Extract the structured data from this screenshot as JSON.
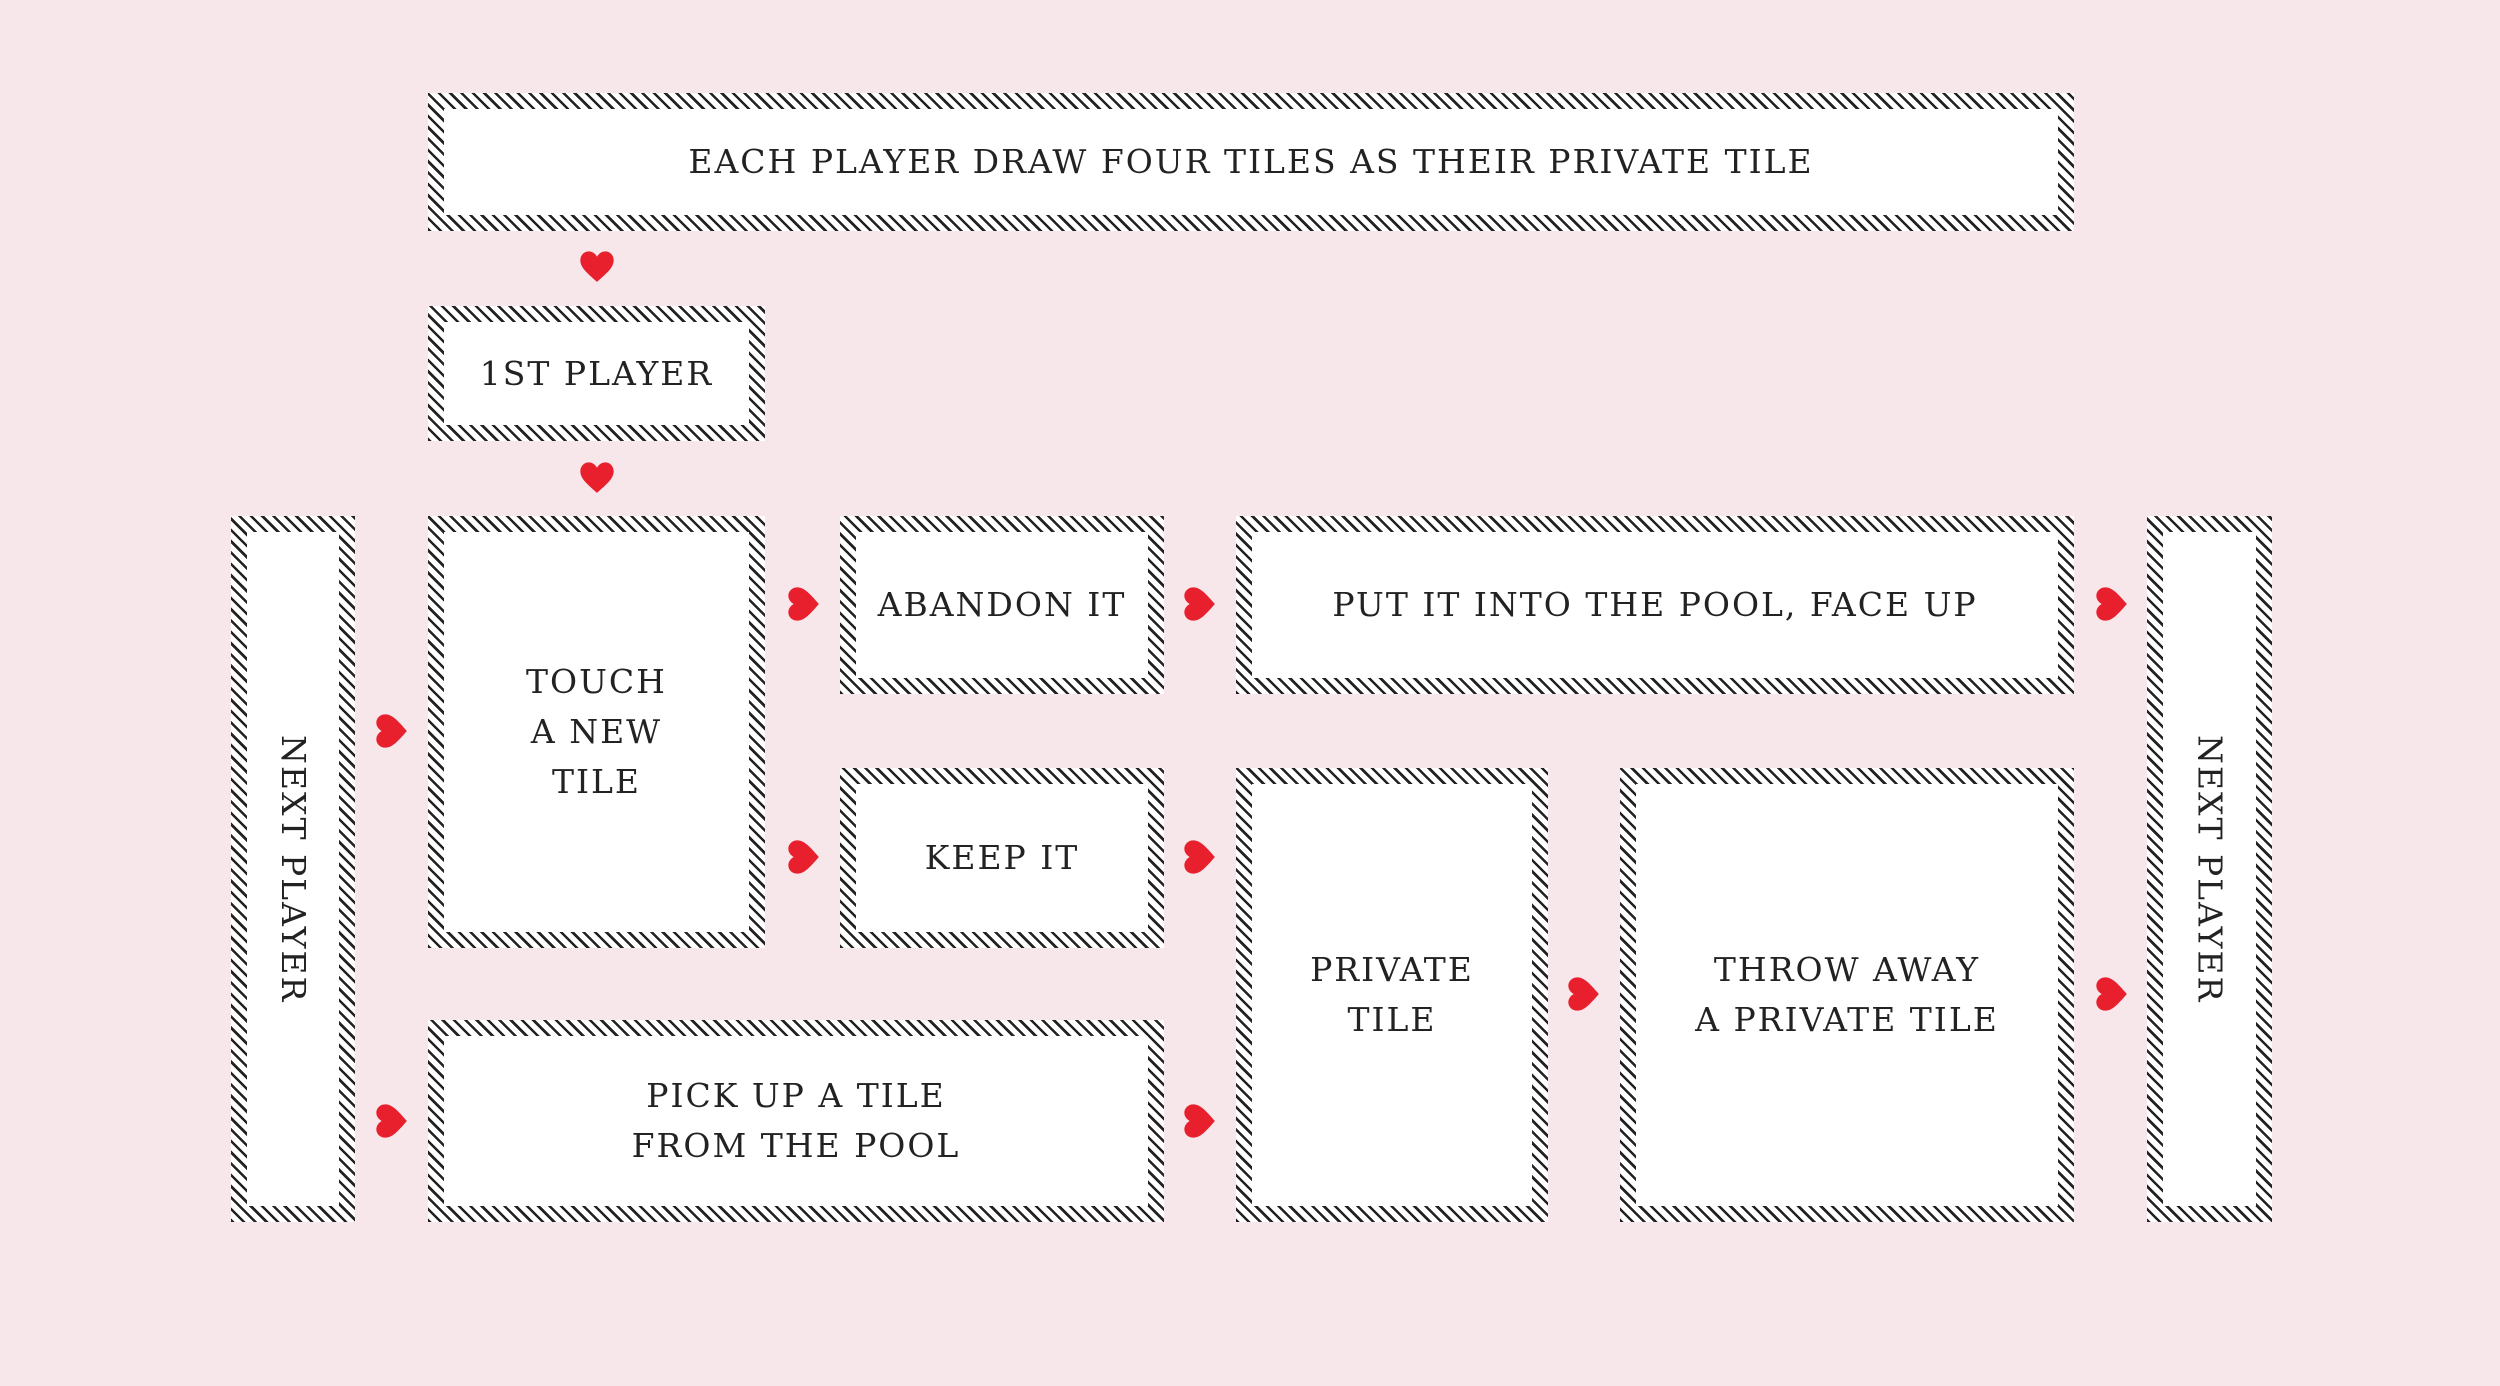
{
  "diagram": {
    "colors": {
      "background": "#f8e7ea",
      "box_fill": "#ffffff",
      "hatch": "#222222",
      "connector": "#e8202e"
    },
    "connector_icon": "heart-icon",
    "nodes": {
      "draw_four": "EACH PLAYER DRAW FOUR TILES AS THEIR PRIVATE TILE",
      "first_player": "1ST PLAYER",
      "next_player_left": "NEXT PLAYER",
      "touch_tile": "TOUCH\nA NEW\nTILE",
      "abandon": "ABANDON IT",
      "put_pool": "PUT IT INTO THE POOL, FACE UP",
      "keep": "KEEP IT",
      "private_tile": "PRIVATE\nTILE",
      "throw_away": "THROW AWAY\nA PRIVATE TILE",
      "pick_up": "PICK UP A TILE\nFROM THE POOL",
      "next_player_right": "NEXT PLAYER"
    }
  }
}
